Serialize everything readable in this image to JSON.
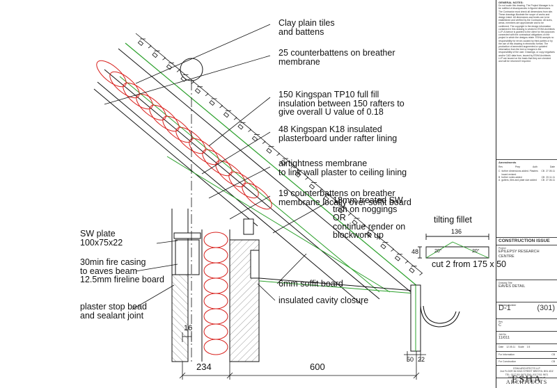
{
  "labels": {
    "clay_tiles": "Clay plain tiles\nand battens",
    "counterbattens_25": "25 counterbattens on breather\nmembrane",
    "kingspan_tp10": "150 Kingspan TP10 full fill\ninsulation between 150 rafters to\ngive overall U value of 0.18",
    "kingspan_k18": "48 Kingspan K18  insulated\nplasterboard under rafter lining",
    "airtightness": "airtightness membrane\nto link wall plaster to ceiling lining",
    "counterbattens_19": "19 counterbattens on breather\nmembrane locally over soffit board",
    "sw_trim": "18mm treated SW\ntrim on noggings\nOR\ncontinue render on\nblockwork up",
    "sw_plate": "SW plate\n100x75x22",
    "fire_casing": "30min fire casing\nto eaves beam\n12.5mm fireline board",
    "plaster_stop": "plaster stop bead\nand sealant joint",
    "soffit_board": "6mm soffit board",
    "cavity_closure": "insulated cavity closure",
    "tilting_fillet": "tilting fillet",
    "fillet_cut": "cut 2 from 175 x 50"
  },
  "dimensions": {
    "d16": "16",
    "d234": "234",
    "d600": "600",
    "d50": "50",
    "d22": "22",
    "d136": "136",
    "d48": "48",
    "a1": "20°",
    "a2": "20°"
  },
  "title_block": {
    "general_notes_head": "GENERAL NOTES:",
    "notes": "Do not scale this drawing. The Project Manager is to be notified of discrepancies in figured dimensions. The Contractor must check all dimensions from site. These drawings illustrate the scope of works and design intent. All dimensions and levels are to be established and verified by the Contractor. All sizes, areas, members are approximate and to be confirmed. The copyright in the design information contained in this drawing is vested in ESHA Architects LLP. A licence is granted to the client for the purposes connected with the contractual obligations on the project in which the designs relate. ESHA accepts no responsibility for errors caused by third parties or by the use of this drawing in electronic format. The production of amended augmented or updated information from the text or images is the responsibility of the user. Drawings, or copy negatives and/or CAD data from, issued by ESHA Architects LLP are issued on the basis that they are checked and will be returned if required.",
    "amendments_head": "Amendments",
    "amend_cols": [
      "Rev",
      "Prep",
      "Auth",
      "Date"
    ],
    "amend_rows": [
      {
        "rev": "C",
        "text": "further dimensions added. Plasters board revised.",
        "prep": "CB",
        "date": "27.05.11"
      },
      {
        "rev": "B",
        "text": "further notes added",
        "prep": "CB",
        "date": "20.11.11"
      },
      {
        "rev": "A",
        "text": "gutters, tiles and plate size added",
        "prep": "CB",
        "date": "27.06.11"
      }
    ],
    "issue": "CONSTRUCTION ISSUE",
    "project_label": "Project",
    "project": "EPILEPSY RESEARCH\nCENTRE",
    "drawing_title_label": "Drawing Title",
    "drawing_title": "EAVES DETAIL",
    "drawing_no_label": "Drawing Number",
    "drawing_no": "D-1",
    "drawing_ref": "(301)",
    "rev_label": "Rev",
    "rev": "C",
    "job_label": "Job No",
    "job_no": "11/011",
    "date_label": "Date",
    "date": "12.05.11",
    "scale_label": "Scale",
    "scale": "1:5",
    "for_info": "For Information",
    "for_construction": "For Construction",
    "info_initials": "CB",
    "construction_initials": "CB",
    "address": "ESHA ARCHITECTS LLP\n2nd FLOOR  36 KING STREET  BRISTOL  BS1 4DZ\nTEL: 0117 911 9670 FAX: 0117 911 9671\nEMAIL: mail@esha-architects.co.uk",
    "logo": "ESHA",
    "logo_sub": "ARCHITECTS"
  },
  "colors": {
    "insulation": "#d8201c",
    "membrane": "#2aa02a",
    "line": "#111111"
  }
}
